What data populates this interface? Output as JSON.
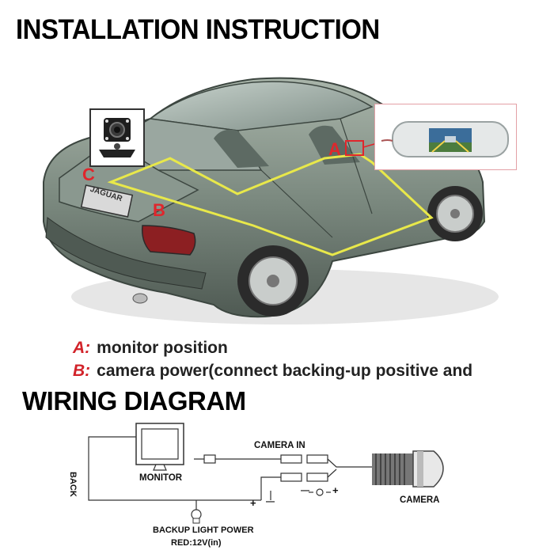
{
  "title": "INSTALLATION INSTRUCTION",
  "markers": {
    "a": "A",
    "b": "B",
    "c": "C"
  },
  "car_badge": "JAGUAR",
  "legend": [
    {
      "key": "A:",
      "text": "monitor position"
    },
    {
      "key": "B:",
      "text": "camera power(connect backing-up positive and"
    }
  ],
  "wiring": {
    "title": "WIRING DIAGRAM",
    "monitor_label": "MONITOR",
    "back_label": "BACK",
    "camera_in_label": "CAMERA IN",
    "camera_label": "CAMERA",
    "plus_sign": "+",
    "minus_sign": "—",
    "plus_sign_2": "+",
    "minus_sign_2": "—",
    "backup_label": "BACKUP LIGHT POWER",
    "red_label": "RED:12V(in)"
  },
  "colors": {
    "marker_red": "#e0262c",
    "route_yellow": "#e8e84a",
    "car_body": "#6f7d73",
    "legend_text": "#222222"
  }
}
